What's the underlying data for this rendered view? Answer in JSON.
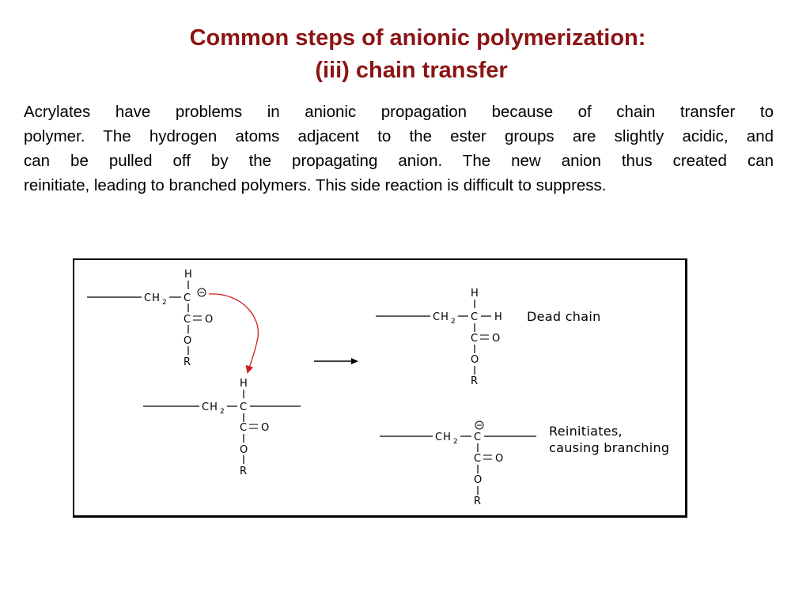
{
  "title": {
    "line1": "Common steps of anionic polymerization:",
    "line2": "(iii) chain transfer"
  },
  "paragraph": {
    "lines": [
      "Acrylates have problems in anionic propagation because of chain transfer to",
      "polymer. The hydrogen atoms adjacent to the ester groups are slightly acidic, and",
      "can be pulled off by the propagating anion. The new anion thus created can",
      "reinitiate, leading to branched polymers. This side reaction is difficult to suppress."
    ]
  },
  "diagram": {
    "atoms": {
      "h": "H",
      "c": "C",
      "ch2": "CH",
      "sub2": "2",
      "o": "O",
      "r": "R",
      "dbl": "C=O"
    },
    "labels": {
      "dead_chain": "Dead chain",
      "reinit_1": "Reinitiates,",
      "reinit_2": "causing branching"
    },
    "colors": {
      "arrow_curved": "#cc1f1f",
      "title": "#8b1414"
    },
    "icons": {
      "carbanion_charge": "minus-circle-icon",
      "reaction_arrow": "right-arrow-icon"
    }
  }
}
